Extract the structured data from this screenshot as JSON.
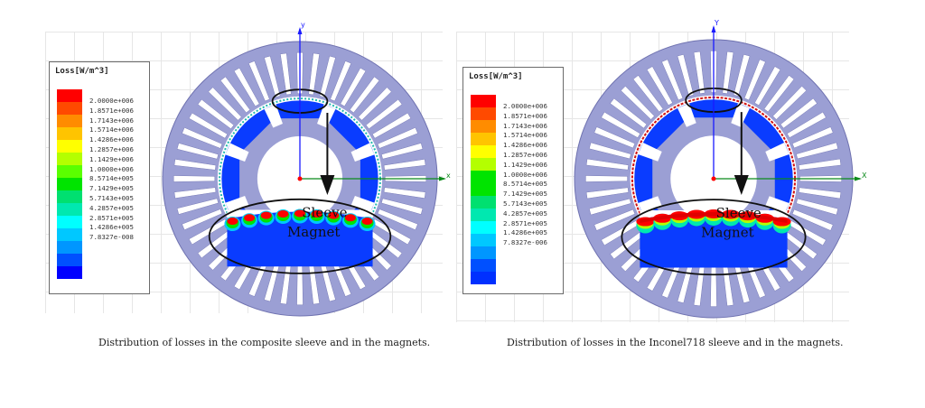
{
  "figure": {
    "panels": [
      {
        "id": "composite",
        "legend": {
          "title": "Loss[W/m^3]",
          "labels": [
            "2.0000e+006",
            "1.8571e+006",
            "1.7143e+006",
            "1.5714e+006",
            "1.4286e+006",
            "1.2857e+006",
            "1.1429e+006",
            "1.0000e+006",
            "8.5714e+005",
            "7.1429e+005",
            "5.7143e+005",
            "4.2857e+005",
            "2.8571e+005",
            "1.4286e+005",
            "7.8327e-008"
          ],
          "colors": [
            "#ff0000",
            "#ff4a00",
            "#ff8c00",
            "#ffc400",
            "#ffff00",
            "#b4ff00",
            "#5aff00",
            "#00e400",
            "#00e070",
            "#00e8b0",
            "#00ffff",
            "#00c8ff",
            "#0096ff",
            "#0050ff",
            "#0000ff"
          ]
        },
        "axes": {
          "x_label": "x",
          "y_label": "y"
        },
        "annotations": {
          "sleeve": "Sleeve",
          "magnet": "Magnet"
        },
        "caption": "Distribution of losses in the composite sleeve and in the magnets."
      },
      {
        "id": "inconel718",
        "legend": {
          "title": "Loss[W/m^3]",
          "labels": [
            "2.0000e+006",
            "1.8571e+006",
            "1.7143e+006",
            "1.5714e+006",
            "1.4286e+006",
            "1.2857e+006",
            "1.1429e+006",
            "1.0000e+006",
            "8.5714e+005",
            "7.1429e+005",
            "5.7143e+005",
            "4.2857e+005",
            "2.8571e+005",
            "1.4286e+005",
            "7.8327e-006"
          ],
          "colors": [
            "#ff0000",
            "#ff4a00",
            "#ff8c00",
            "#ffc400",
            "#ffff00",
            "#b4ff00",
            "#00e400",
            "#00e400",
            "#00e070",
            "#00e8b0",
            "#00ffff",
            "#00c8ff",
            "#0096ff",
            "#0050ff",
            "#0030ff"
          ]
        },
        "axes": {
          "x_label": "X",
          "y_label": "Y"
        },
        "annotations": {
          "sleeve": "Sleeve",
          "magnet": "Magnet"
        },
        "caption": "Distribution of losses in the Inconel718 sleeve and in the magnets."
      }
    ],
    "colors": {
      "stator": "#9b9fd4",
      "stator_edge": "#6f72b0",
      "rotor_core": "#9b9fd4",
      "magnet": "#0a3cff",
      "axis_y": "#1a1aff",
      "axis_x": "#0a8a1a",
      "origin": "#ff0000",
      "highlight_ellipse": "#111111",
      "arrow": "#111111"
    }
  }
}
